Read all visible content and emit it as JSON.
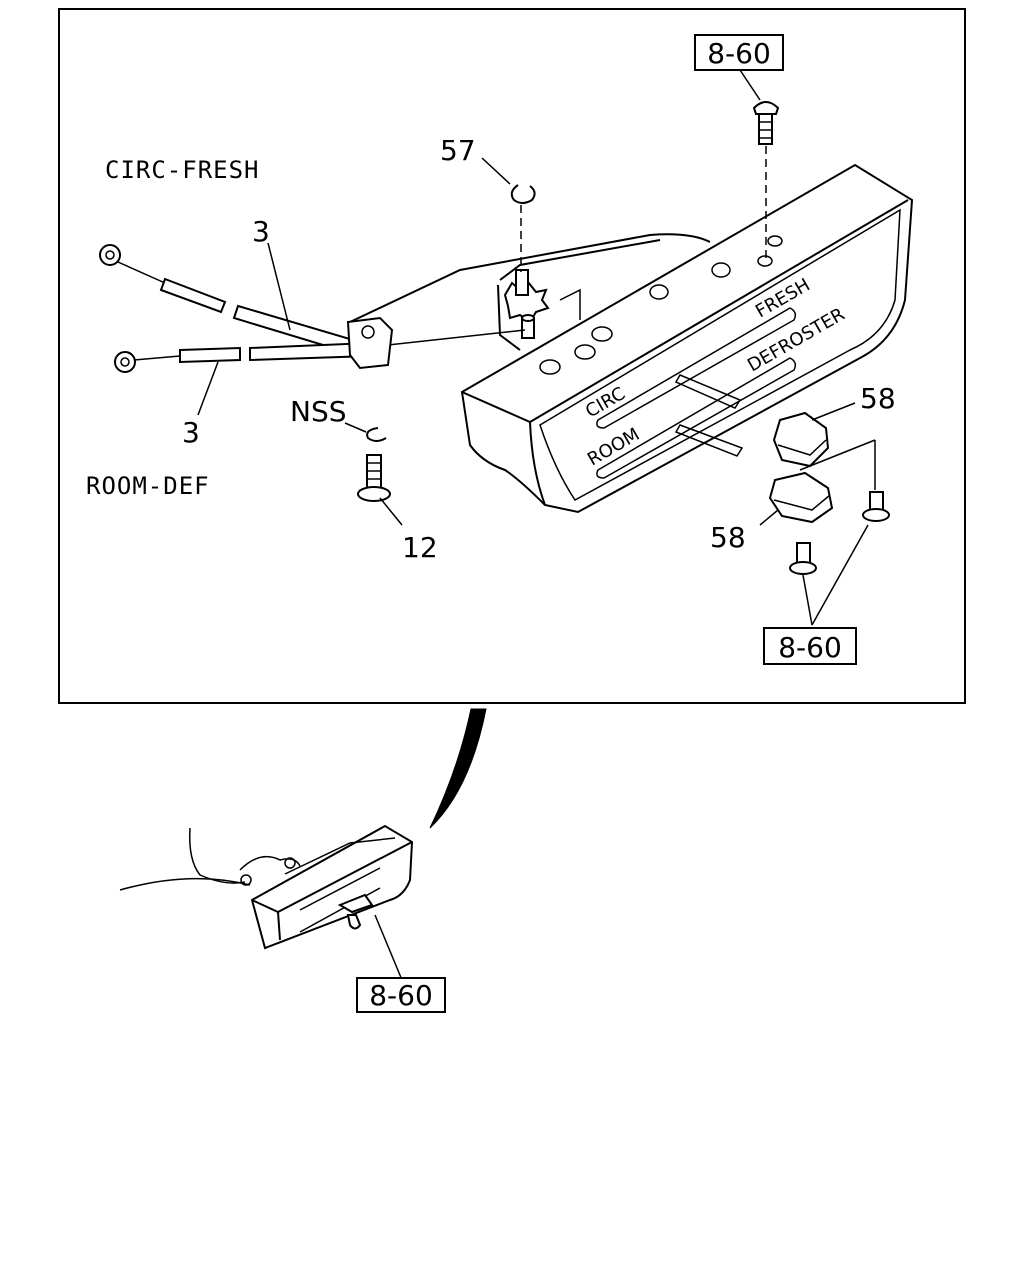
{
  "labels": {
    "circ_fresh": "CIRC-FRESH",
    "room_def": "ROOM-DEF",
    "part_3_upper": "3",
    "part_3_lower": "3",
    "part_57": "57",
    "part_nss": "NSS",
    "part_12": "12",
    "part_58_upper": "58",
    "part_58_lower": "58",
    "ref_top": "8-60",
    "ref_bottom_right": "8-60",
    "ref_overview": "8-60"
  },
  "panel": {
    "fresh": "FRESH",
    "defroster": "DEFROSTER",
    "circ": "CIRC",
    "room": "ROOM"
  }
}
